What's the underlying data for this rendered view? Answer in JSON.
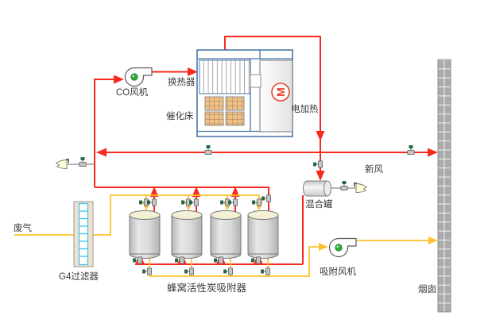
{
  "diagram": {
    "labels": {
      "waste_gas": "废气",
      "g4_filter": "G4过滤器",
      "co_fan": "CO风机",
      "heat_exchanger": "换热器",
      "catalytic_bed": "催化床",
      "electric_heater": "电加热",
      "fresh_air": "新风",
      "mixing_tank": "混合罐",
      "adsorber_bank": "蜂窝活性炭吸附器",
      "adsorption_fan": "吸附风机",
      "chimney": "烟囱",
      "motor_symbol": "M"
    },
    "colors": {
      "pipe_hot": "#f8291f",
      "pipe_gas": "#fdc22d",
      "equipment_outline": "#4a77a8",
      "heater_outline": "#e8442b",
      "catalyst_fill": "#eec189",
      "catalyst_grid": "#a6764a",
      "filter_wall": "#f2e2cb",
      "filter_element": "#38c1ef",
      "vessel_cap": "#f3f0d6",
      "chimney_fill": "#ababab",
      "fan_indicator": "#27ae3a",
      "valve_handle": "#1d6b3c",
      "intake_fill": "#ffffd8"
    },
    "adsorber_count": 4
  }
}
